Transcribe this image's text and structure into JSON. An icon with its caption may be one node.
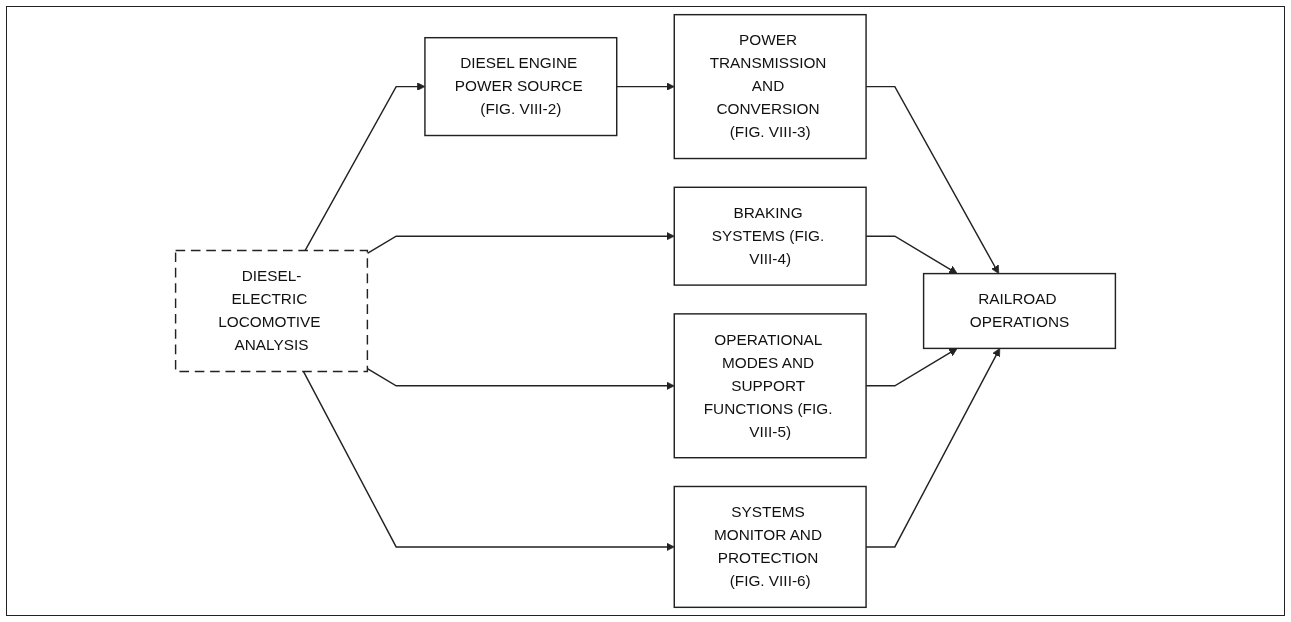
{
  "diagram": {
    "nodes": [
      {
        "text": [
          "DIESEL-ELECTRIC LOCOMOTIVE ANALYSIS"
        ]
      },
      {
        "text": [
          "DIESEL ENGINE POWER SOURCE (FIG. VIII-2)"
        ]
      },
      {
        "text": [
          "POWER TRANSMISSION AND CONVERSION (FIG. VIII-3)"
        ]
      },
      {
        "text": [
          "BRAKING SYSTEMS (FIG. VIII-4)"
        ]
      },
      {
        "text": [
          "OPERATIONAL MODES AND SUPPORT FUNCTIONS (FIG. VIII-5)"
        ]
      },
      {
        "text": [
          "SYSTEMS MONITOR AND PROTECTION (FIG. VIII-6)"
        ]
      },
      {
        "text": [
          "RAILROAD OPERATIONS"
        ]
      }
    ],
    "edges": [
      {
        "from": 0,
        "to": 1,
        "arrow": "to"
      },
      {
        "from": 0,
        "to": 3,
        "arrow": "to"
      },
      {
        "from": 0,
        "to": 4,
        "arrow": "to"
      },
      {
        "from": 0,
        "to": 5,
        "arrow": "to"
      },
      {
        "from": 1,
        "to": 2,
        "arrow": "to"
      },
      {
        "from": 2,
        "to": 6,
        "arrow": "to"
      },
      {
        "from": 3,
        "to": 6,
        "arrow": "to"
      },
      {
        "from": 4,
        "to": 6,
        "arrow": "to"
      },
      {
        "from": 5,
        "to": 6,
        "arrow": "to"
      }
    ]
  }
}
